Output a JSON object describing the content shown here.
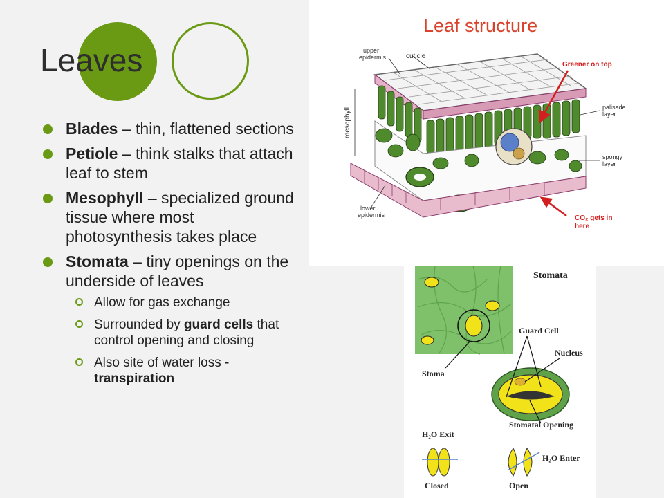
{
  "slide": {
    "title": "Leaves",
    "bullets": [
      {
        "term": "Blades",
        "rest": " – thin, flattened sections"
      },
      {
        "term": "Petiole",
        "rest": " – think stalks that attach leaf to stem"
      },
      {
        "term": "Mesophyll",
        "rest": " – specialized ground tissue where most photosynthesis takes place"
      },
      {
        "term": "Stomata",
        "rest": " – tiny openings on the underside of leaves"
      }
    ],
    "sub_bullets": {
      "a": "Allow for gas exchange",
      "b_pre": "Surrounded by ",
      "b_bold": "guard cells",
      "b_post": " that control opening and closing",
      "c_pre": "Also site of water loss - ",
      "c_bold": "transpiration"
    }
  },
  "leaf_diagram": {
    "title": "Leaf structure",
    "upper_epidermis_1": "upper",
    "upper_epidermis_2": "epidermis",
    "cuticle": "cuticle",
    "mesophyll": "mesophyll",
    "greener": "Greener on top",
    "palisade_1": "palisade",
    "palisade_2": "layer",
    "spongy_1": "spongy",
    "spongy_2": "layer",
    "lower_epidermis_1": "lower",
    "lower_epidermis_2": "epidermis",
    "co2_1": "CO₂ gets in",
    "co2_2": "here"
  },
  "stomata_diagram": {
    "title": "Stomata",
    "stoma": "Stoma",
    "guard_cell": "Guard Cell",
    "nucleus": "Nucleus",
    "opening": "Stomatal Opening",
    "h2o_exit": "H₂O Exit",
    "h2o_enter": "H₂O Enter",
    "closed": "Closed",
    "open": "Open"
  },
  "colors": {
    "accent": "#6a9a14",
    "title_red": "#d9422b",
    "cell_green": "#4f8a2c",
    "epidermis_pink": "#c0708a"
  }
}
